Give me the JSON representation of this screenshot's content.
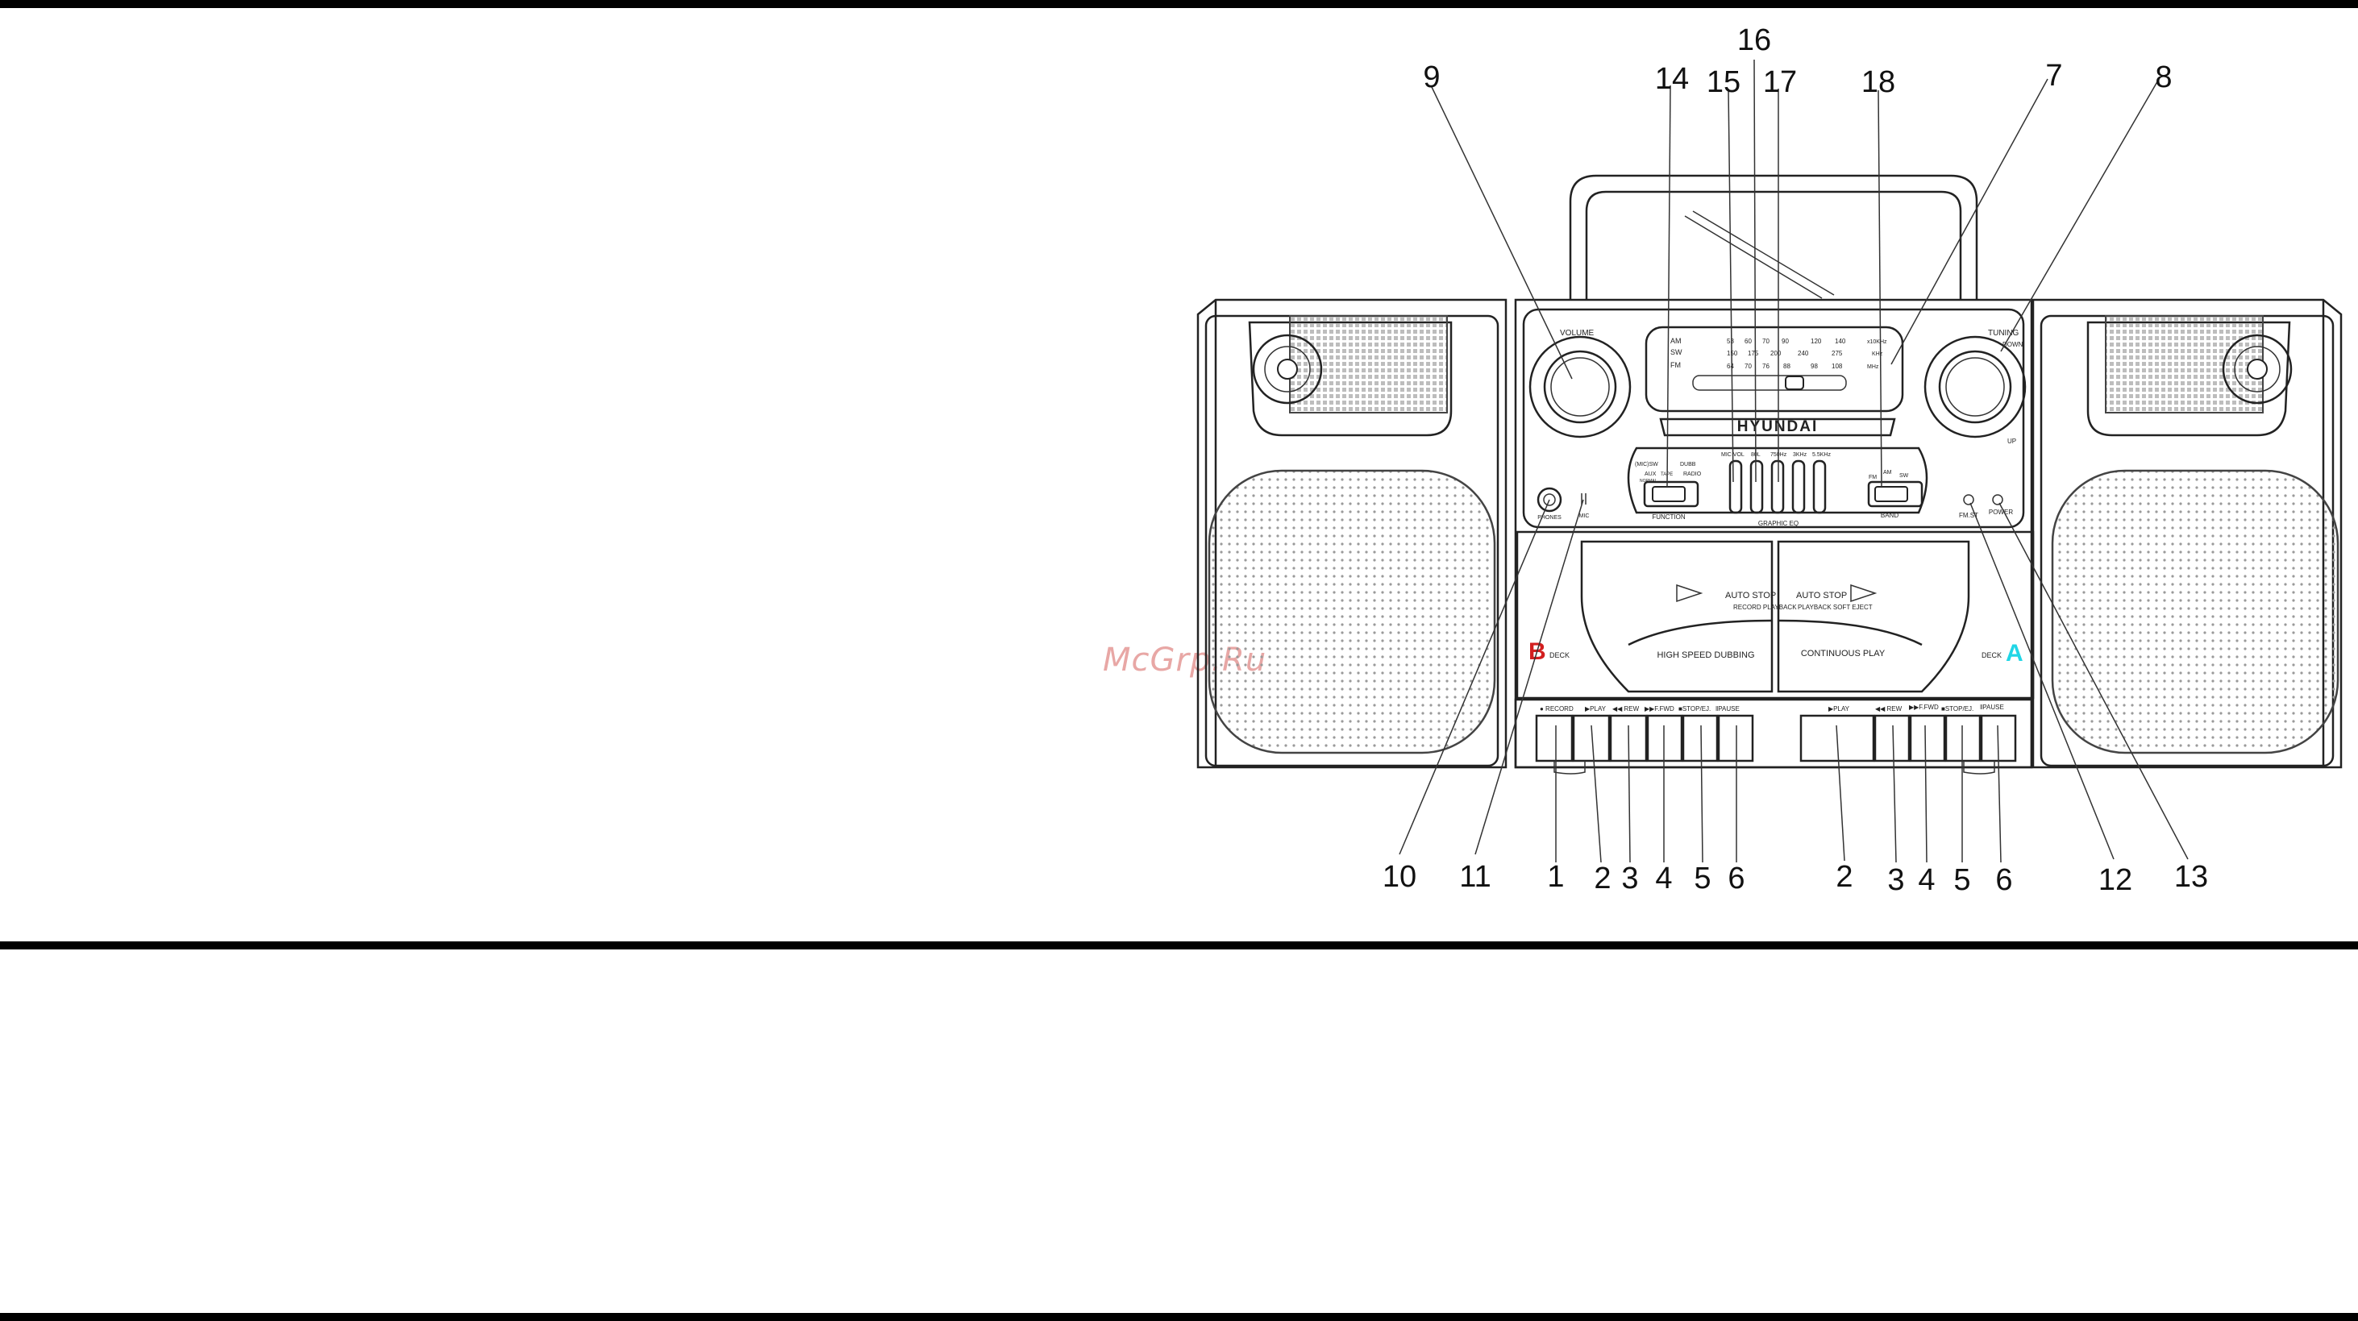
{
  "watermark": "McGrp.Ru",
  "brand": "HYUNDAI",
  "panel_labels": {
    "volume": "VOLUME",
    "tuning": "TUNING",
    "down": "DOWN",
    "up": "UP",
    "function": "FUNCTION",
    "graphic_eq": "GRAPHIC EQ",
    "band": "BAND",
    "fm_st": "FM.ST",
    "power": "POWER",
    "phones": "PHONES",
    "mic": "MIC",
    "deck": "DECK",
    "deck_b_letter": "B",
    "deck_a_letter": "A",
    "auto_stop": "AUTO STOP",
    "record_playback": "RECORD PLAYBACK",
    "playback_softeject": "PLAYBACK SOFT EJECT",
    "high_speed_dubbing": "HIGH SPEED DUBBING",
    "continuous_play": "CONTINUOUS PLAY",
    "eq_bands": [
      "MIC VOL",
      "80L",
      "750Hz",
      "3KHz",
      "5.5KHz"
    ],
    "band_options": [
      "FM",
      "AM",
      "SW"
    ],
    "function_options": [
      "(MIC)SW",
      "DUBB",
      "AUX",
      "RADIO",
      "TAPE",
      "NORMAL"
    ]
  },
  "dial_scale": {
    "am_label": "AM",
    "sw_label": "SW",
    "fm_label": "FM",
    "am_values": [
      "53",
      "60",
      "70",
      "90",
      "120",
      "140"
    ],
    "sw_values": [
      "150",
      "175",
      "200",
      "240",
      "275"
    ],
    "fm_values": [
      "64",
      "70",
      "76",
      "88",
      "98",
      "108"
    ],
    "am_unit": "x10KHz",
    "sw_unit": "KHz",
    "fm_unit": "MHz"
  },
  "deck_b_buttons": [
    "● RECORD",
    "▶PLAY",
    "◀◀ REW",
    "▶▶F.FWD",
    "■STOP/EJ.",
    "‖PAUSE"
  ],
  "deck_a_buttons": [
    "▶PLAY",
    "◀◀ REW",
    "▶▶F.FWD",
    "■STOP/EJ.",
    "‖PAUSE"
  ],
  "callouts": [
    "1",
    "2",
    "3",
    "4",
    "5",
    "6",
    "2",
    "3",
    "4",
    "5",
    "6",
    "7",
    "8",
    "9",
    "10",
    "11",
    "12",
    "13",
    "14",
    "15",
    "16",
    "17",
    "18"
  ],
  "colors": {
    "deck_b_letter": "#d21f1f",
    "deck_a_letter": "#20d6e6",
    "record_label": "#d21f1f",
    "dial_sw": "#d86a5a",
    "watermark": "#e8a7a5",
    "rule": "#000000"
  }
}
